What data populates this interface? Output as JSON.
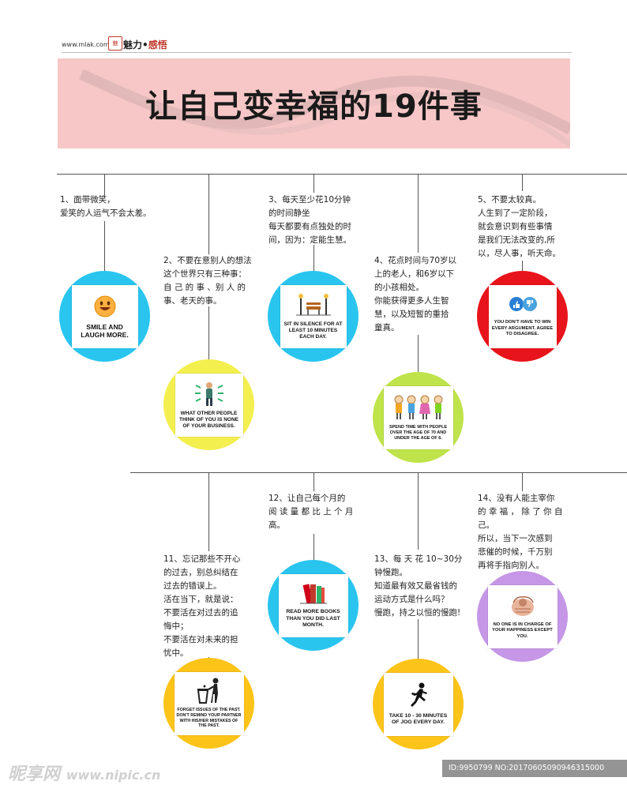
{
  "header": {
    "site": "www.mlak.com",
    "logo_text": "魅",
    "brand": "魅力",
    "brand_dot": "•",
    "brand_sub": "感悟"
  },
  "title": "让自己变幸福的19件事",
  "items": [
    {
      "text": "1、面带微笑，\n爱笑的人运气不会太差。",
      "card": "SMILE AND LAUGH MORE.",
      "icon": "smiley-icon",
      "color": "#29c5ef"
    },
    {
      "text": "2、不要在意别人的想法\n这个世界只有三种事：\n自 己 的 事 、别 人 的\n事、老天的事。",
      "card": "WHAT OTHER PEOPLE THINK OF YOU IS NONE OF YOUR BUSINESS.",
      "icon": "person-icon",
      "color": "#f3ef4f"
    },
    {
      "text": "3、每天至少花10分钟\n的时间静坐\n每天都要有点独处的时\n间，因为：定能生慧。",
      "card": "SIT IN SILENCE FOR AT LEAST 10 MINUTES EACH DAY.",
      "icon": "bench-icon",
      "color": "#29c5ef"
    },
    {
      "text": "4、花点时间与70岁以\n上的老人，和6岁以下\n的小孩相处。\n你能获得更多人生智\n慧，以及短暂的重拾\n童真。",
      "card": "SPEND TIME WITH PEOPLE OVER THE AGE OF 70 AND UNDER THE AGE OF 6.",
      "icon": "kids-icon",
      "color": "#bfe34a"
    },
    {
      "text": "5、不要太较真。\n人生到了一定阶段，\n就会意识到有些事情\n是我们无法改变的,所\n以，尽人事，听天命。",
      "card": "YOU DON'T HAVE TO WIN EVERY ARGUMENT. AGREE TO DISAGREE.",
      "icon": "thumbs-icon",
      "color": "#e8141b"
    },
    {
      "text": "11、忘记那些不开心\n的过去，别总纠结在\n过去的错误上。\n活在当下，就是说：\n不要活在对过去的追\n悔中；\n不要活在对未来的担\n忧中。",
      "card": "FORGET ISSUES OF THE PAST. DON'T REMIND YOUR PARTNER WITH HIS/HER MISTAKES OF THE PAST.",
      "icon": "trash-icon",
      "color": "#fcc419"
    },
    {
      "text": "12、让自己每个月的\n阅 读 量 都 比 上 个 月\n高。",
      "card": "READ MORE BOOKS THAN YOU DID LAST MONTH.",
      "icon": "books-icon",
      "color": "#29c5ef"
    },
    {
      "text": "13、每 天 花 10~30分\n钟慢跑。\n知道最有效又最省钱的\n运动方式是什么吗？\n慢跑，持之以恒的慢跑!",
      "card": "TAKE 10 - 30 MINUTES OF JOG EVERY DAY.",
      "icon": "runner-icon",
      "color": "#fcc419"
    },
    {
      "text": "14、没有人能主宰你\n的 幸 福 ， 除 了 你 自\n己。\n所以，当下一次感到\n悲催的时候，千万别\n再将手指向别人。",
      "card": "NO ONE IS IN CHARGE OF YOUR HAPPINESS EXCEPT YOU.",
      "icon": "pointing-hand-icon",
      "color": "#c597e6"
    }
  ],
  "footer": {
    "watermark": "昵享网",
    "watermark_url": "www.nipic.cn",
    "id_info": "ID:9950799 NO:20170605090946315000"
  }
}
